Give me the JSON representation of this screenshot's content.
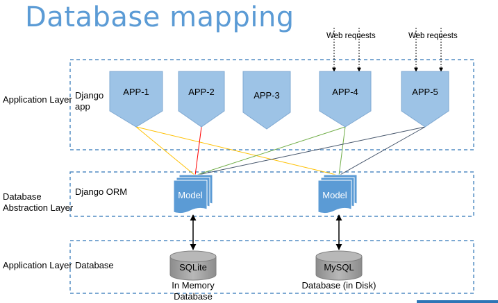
{
  "title": "Database mapping",
  "web_requests": [
    "Web requests",
    "Web requests"
  ],
  "layers": [
    {
      "name": "Application Layer",
      "sub": "Django\napp"
    },
    {
      "name": "Database\nAbstraction Layer",
      "sub": "Django ORM"
    },
    {
      "name": "Application Layer",
      "sub": "Database"
    }
  ],
  "apps": [
    "APP-1",
    "APP-2",
    "APP-3",
    "APP-4",
    "APP-5"
  ],
  "models": [
    "Model",
    "Model"
  ],
  "databases": [
    {
      "name": "SQLite",
      "caption": "In Memory Database"
    },
    {
      "name": "MySQL",
      "caption": "Database (in Disk)"
    }
  ],
  "colors": {
    "title": "#5b9bd5",
    "app_fill": "#9dc3e6",
    "model_fill": "#5b9bd5",
    "db_fill": "#a6a6a6",
    "dashed_border": "#2e75b6",
    "line_yellow": "#ffc000",
    "line_red": "#ff0000",
    "line_green": "#70ad47",
    "line_navy": "#44546a"
  }
}
